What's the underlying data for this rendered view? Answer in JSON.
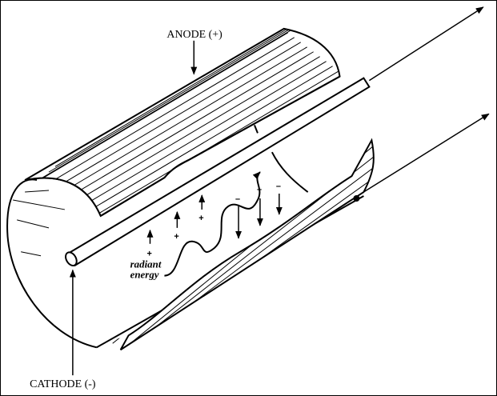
{
  "labels": {
    "anode": "ANODE (+)",
    "cathode": "CATHODE (-)",
    "radiant_line1": "radiant",
    "radiant_line2": "energy"
  },
  "charges": {
    "positive": "+",
    "negative": "–"
  },
  "colors": {
    "ink": "#000000",
    "paper": "#ffffff"
  }
}
